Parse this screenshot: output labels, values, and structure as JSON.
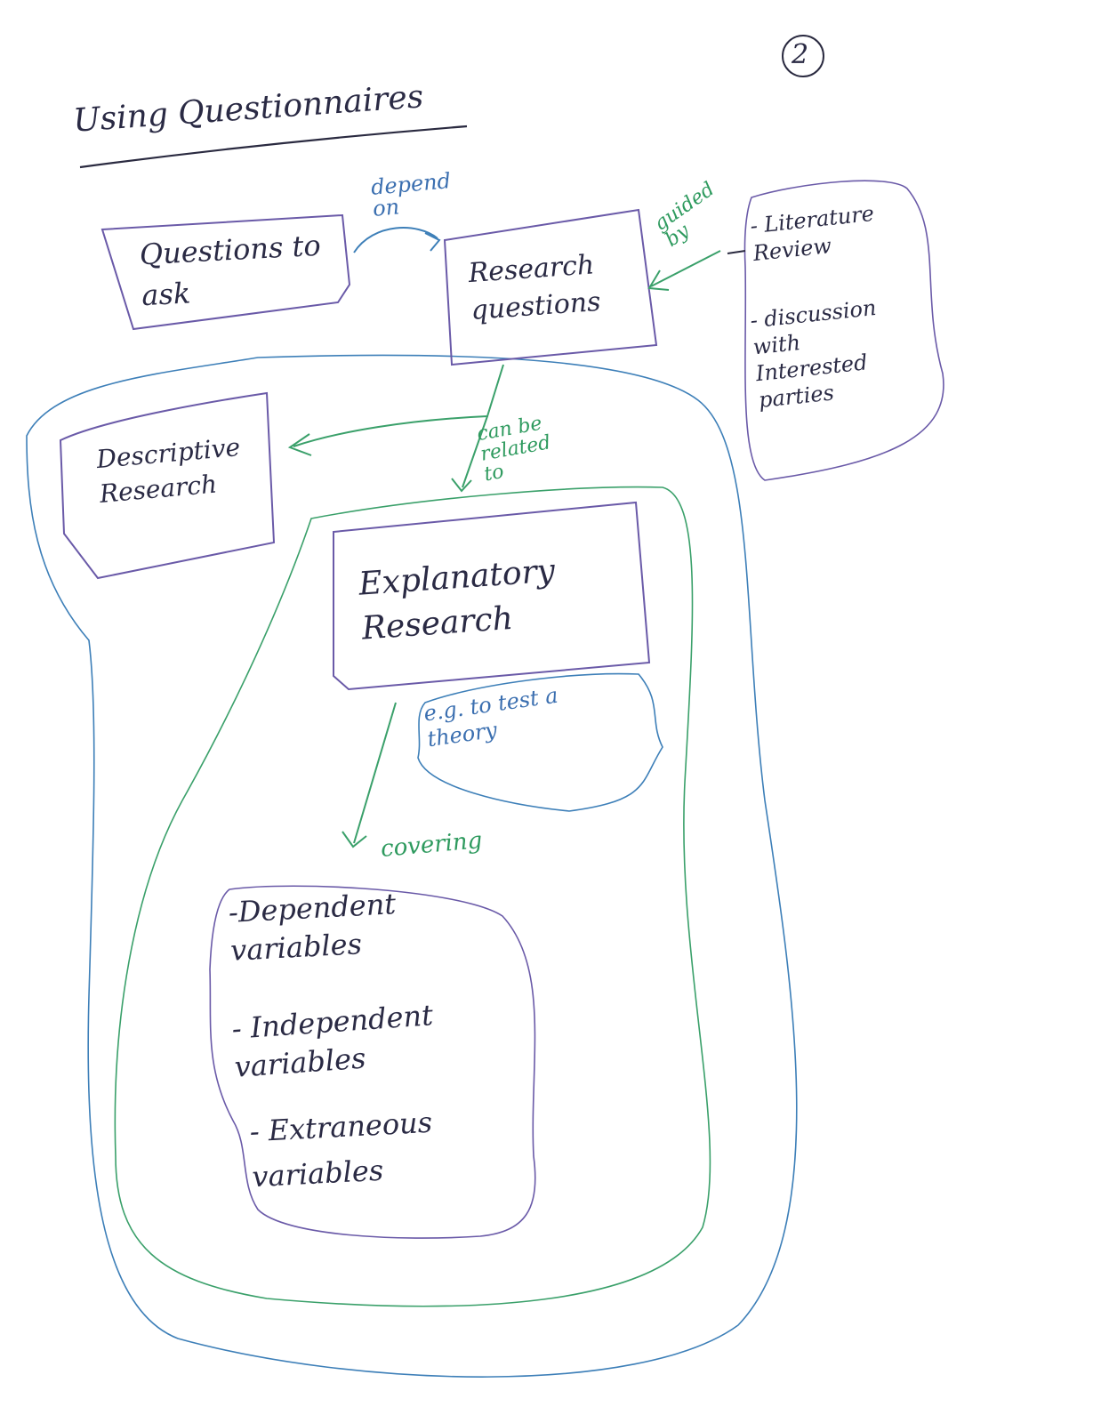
{
  "page_number": "2",
  "title": "Using Questionnaires",
  "boxes": {
    "questions_to_ask": "Questions to\nask",
    "research_questions": "Research\nquestions",
    "descriptive_research": "Descriptive\nResearch",
    "explanatory_research": "Explanatory\nResearch"
  },
  "sources": {
    "literature_review": "- Literature\nReview",
    "discussion": "- discussion\nwith\nInterested\nparties"
  },
  "variables": {
    "dependent": "-Dependent\nvariables",
    "independent": "- Independent\nvariables",
    "extraneous": "- Extraneous\nvariables"
  },
  "connectors": {
    "depend_on": "depend\non",
    "guided_by": "guided\nby",
    "can_be_related_to": "can be\nrelated\nto",
    "eg_test_theory": "e.g. to test a\ntheory",
    "covering": "covering"
  },
  "colors": {
    "boxes": "#6a5aa8",
    "outer_region": "#3d7fb8",
    "inner_region": "#3aa06a",
    "text": "#2a2a44"
  }
}
